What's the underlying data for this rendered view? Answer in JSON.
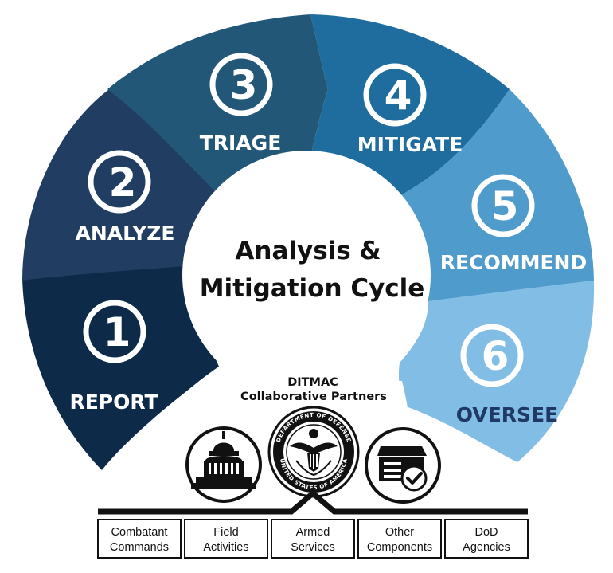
{
  "cycle": {
    "center_title_line1": "Analysis &",
    "center_title_line2": "Mitigation Cycle",
    "segments": [
      {
        "number": "1",
        "label": "REPORT",
        "color": "#0d2b49"
      },
      {
        "number": "2",
        "label": "ANALYZE",
        "color": "#213d61"
      },
      {
        "number": "3",
        "label": "TRIAGE",
        "color": "#235777"
      },
      {
        "number": "4",
        "label": "MITIGATE",
        "color": "#1f6d9e"
      },
      {
        "number": "5",
        "label": "RECOMMEND",
        "color": "#4f9bcb"
      },
      {
        "number": "6",
        "label": "OVERSEE",
        "color": "#82bde6"
      }
    ]
  },
  "partners": {
    "title_line1": "DITMAC",
    "title_line2": "Collaborative Partners",
    "seal_top_text": "DEPARTMENT OF DEFENSE",
    "seal_bottom_text": "UNITED STATES OF AMERICA",
    "boxes": [
      {
        "line1": "Combatant",
        "line2": "Commands"
      },
      {
        "line1": "Field",
        "line2": "Activities"
      },
      {
        "line1": "Armed",
        "line2": "Services"
      },
      {
        "line1": "Other",
        "line2": "Components"
      },
      {
        "line1": "DoD",
        "line2": "Agencies"
      }
    ]
  }
}
